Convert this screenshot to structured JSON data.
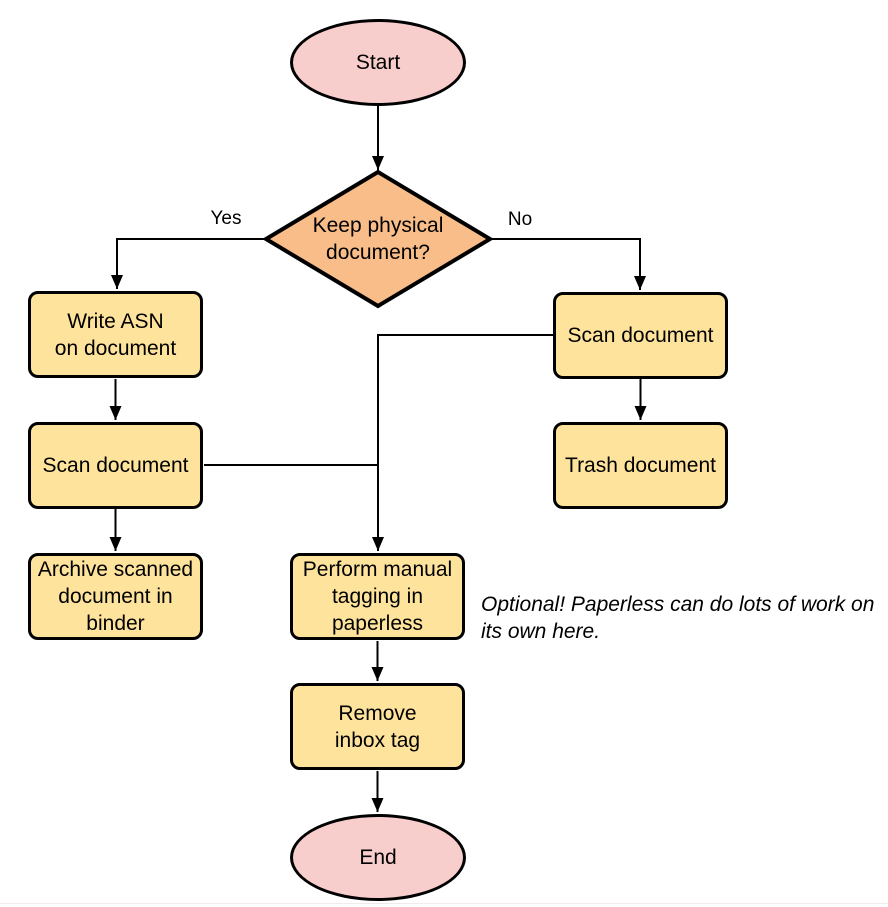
{
  "diagram": {
    "colors": {
      "terminal_fill": "#f8cecc",
      "decision_fill": "#f8bd89",
      "process_fill": "#fee39c",
      "stroke": "#000000"
    },
    "nodes": {
      "start": {
        "label": "Start",
        "type": "terminal"
      },
      "keep_physical": {
        "label": "Keep physical\ndocument?",
        "type": "decision"
      },
      "write_asn": {
        "label": "Write ASN\non document",
        "type": "process"
      },
      "scan_left": {
        "label": "Scan document",
        "type": "process"
      },
      "archive": {
        "label": "Archive scanned\ndocument in\nbinder",
        "type": "process"
      },
      "scan_right": {
        "label": "Scan document",
        "type": "process"
      },
      "trash": {
        "label": "Trash document",
        "type": "process"
      },
      "tagging": {
        "label": "Perform manual\ntagging in\npaperless",
        "type": "process"
      },
      "remove_inbox": {
        "label": "Remove\ninbox tag",
        "type": "process"
      },
      "end": {
        "label": "End",
        "type": "terminal"
      }
    },
    "edge_labels": {
      "yes": "Yes",
      "no": "No"
    },
    "annotation": "Optional! Paperless can do lots of work on\nits own here."
  }
}
